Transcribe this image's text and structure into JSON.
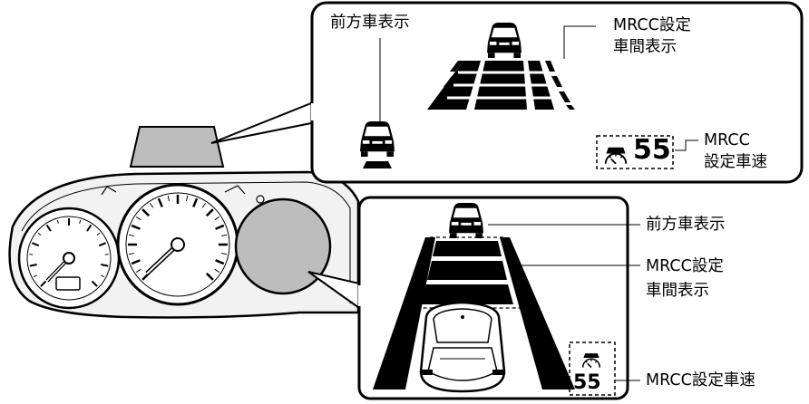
{
  "callouts": {
    "hud_lead_vehicle": "前方車表示",
    "hud_distance_line1": "MRCC設定",
    "hud_distance_line2": "車間表示",
    "hud_speed_line1": "MRCC",
    "hud_speed_line2": "設定車速",
    "cluster_lead_vehicle": "前方車表示",
    "cluster_distance_line1": "MRCC設定",
    "cluster_distance_line2": "車間表示",
    "cluster_speed": "MRCC設定車速"
  },
  "displays": {
    "hud_set_speed": "55",
    "cluster_set_speed": "55"
  },
  "colors": {
    "ink": "#000000",
    "screen_gray": "#bdbdbd",
    "cluster_fill": "#f2f2f2"
  },
  "icons": [
    "vehicle-front-icon",
    "vehicle-rear-icon",
    "mrcc-speedometer-icon"
  ]
}
